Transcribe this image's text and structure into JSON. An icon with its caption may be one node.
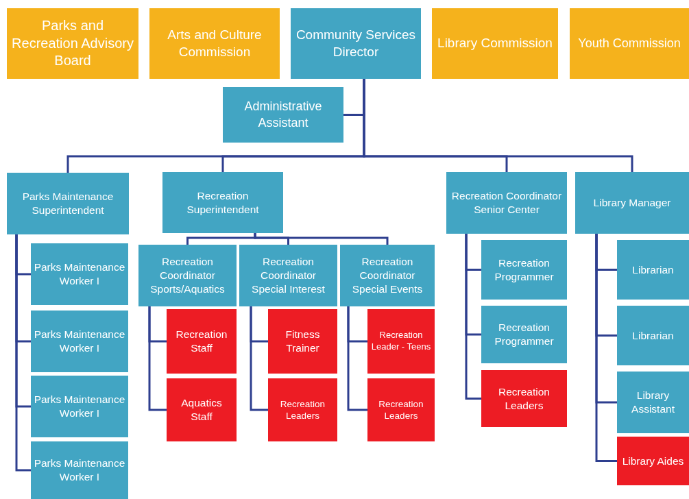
{
  "diagram": {
    "nodes": [
      {
        "text": [
          "Parks and Recreation Advisory Board"
        ]
      },
      {
        "text": [
          "Arts and Culture Commission"
        ]
      },
      {
        "text": [
          "Community Services Director"
        ]
      },
      {
        "text": [
          "Library Commission"
        ]
      },
      {
        "text": [
          "Youth Commission"
        ]
      },
      {
        "text": [
          "Administrative Assistant"
        ]
      },
      {
        "text": [
          "Parks Maintenance Superintendent"
        ]
      },
      {
        "text": [
          "Recreation Superintendent"
        ]
      },
      {
        "text": [
          "Recreation Coordinator Senior Center"
        ]
      },
      {
        "text": [
          "Library Manager"
        ]
      },
      {
        "text": [
          "Parks Maintenance Worker I"
        ]
      },
      {
        "text": [
          "Parks Maintenance Worker I"
        ]
      },
      {
        "text": [
          "Parks Maintenance Worker I"
        ]
      },
      {
        "text": [
          "Parks Maintenance Worker I"
        ]
      },
      {
        "text": [
          "Recreation Coordinator Sports/Aquatics"
        ]
      },
      {
        "text": [
          "Recreation Coordinator Special Interest"
        ]
      },
      {
        "text": [
          "Recreation Coordinator Special Events"
        ]
      },
      {
        "text": [
          "Recreation Staff"
        ]
      },
      {
        "text": [
          "Aquatics Staff"
        ]
      },
      {
        "text": [
          "Fitness Trainer"
        ]
      },
      {
        "text": [
          "Recreation Leaders"
        ]
      },
      {
        "text": [
          "Recreation Leader - Teens"
        ]
      },
      {
        "text": [
          "Recreation Leaders"
        ]
      },
      {
        "text": [
          "Recreation Programmer"
        ]
      },
      {
        "text": [
          "Recreation Programmer"
        ]
      },
      {
        "text": [
          "Recreation Leaders"
        ]
      },
      {
        "text": [
          "Librarian"
        ]
      },
      {
        "text": [
          "Librarian"
        ]
      },
      {
        "text": [
          "Library Assistant"
        ]
      },
      {
        "text": [
          "Library Aides"
        ]
      }
    ],
    "edges": [
      {
        "from": 2,
        "to": 5,
        "arrow": "none"
      },
      {
        "from": 2,
        "to": 6,
        "arrow": "none"
      },
      {
        "from": 2,
        "to": 7,
        "arrow": "none"
      },
      {
        "from": 2,
        "to": 8,
        "arrow": "none"
      },
      {
        "from": 2,
        "to": 9,
        "arrow": "none"
      },
      {
        "from": 6,
        "to": 10,
        "arrow": "none"
      },
      {
        "from": 6,
        "to": 11,
        "arrow": "none"
      },
      {
        "from": 6,
        "to": 12,
        "arrow": "none"
      },
      {
        "from": 6,
        "to": 13,
        "arrow": "none"
      },
      {
        "from": 7,
        "to": 14,
        "arrow": "none"
      },
      {
        "from": 7,
        "to": 15,
        "arrow": "none"
      },
      {
        "from": 7,
        "to": 16,
        "arrow": "none"
      },
      {
        "from": 14,
        "to": 17,
        "arrow": "none"
      },
      {
        "from": 14,
        "to": 18,
        "arrow": "none"
      },
      {
        "from": 15,
        "to": 19,
        "arrow": "none"
      },
      {
        "from": 15,
        "to": 20,
        "arrow": "none"
      },
      {
        "from": 16,
        "to": 21,
        "arrow": "none"
      },
      {
        "from": 16,
        "to": 22,
        "arrow": "none"
      },
      {
        "from": 8,
        "to": 23,
        "arrow": "none"
      },
      {
        "from": 8,
        "to": 24,
        "arrow": "none"
      },
      {
        "from": 8,
        "to": 25,
        "arrow": "none"
      },
      {
        "from": 9,
        "to": 26,
        "arrow": "none"
      },
      {
        "from": 9,
        "to": 27,
        "arrow": "none"
      },
      {
        "from": 9,
        "to": 28,
        "arrow": "none"
      },
      {
        "from": 9,
        "to": 29,
        "arrow": "none"
      }
    ]
  }
}
